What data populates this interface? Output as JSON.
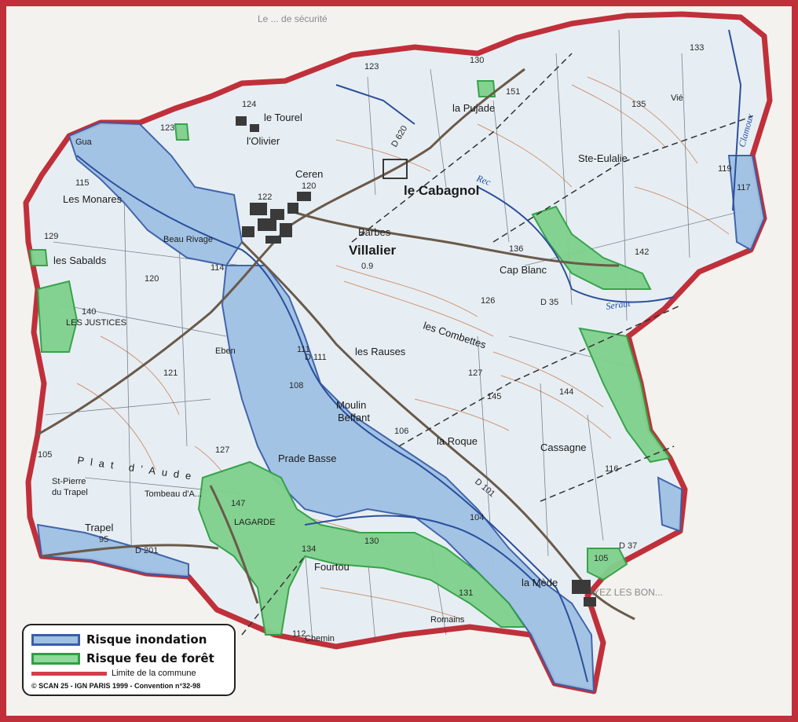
{
  "legend": {
    "flood_label": "Risque inondation",
    "fire_label": "Risque feu de forêt",
    "boundary_label": "Limite de la commune",
    "credit": "© SCAN 25 - IGN PARIS 1999 - Convention n°32-98"
  },
  "colors": {
    "boundary": "#c0303a",
    "flood_fill": "#9fc1e4",
    "flood_edge": "#3a5ea8",
    "fire_fill": "#8fd99a",
    "fire_edge": "#2ea043",
    "contour": "#c9825a",
    "road": "#6a5a4a"
  },
  "places": {
    "le_tourel": "le Tourel",
    "l_olivier": "l'Olivier",
    "la_pujade": "la Pujade",
    "ste_eulalie": "Ste-Eulalie",
    "ceren": "Ceren",
    "le_cabagnol": "le Cabagnol",
    "barbes": "Barbes",
    "villalier": "Villalier",
    "les_monares": "Les Monares",
    "les_sabalds": "les Sabalds",
    "beau_rivage": "Beau Rivage",
    "cap_blanc": "Cap Blanc",
    "les_combettes": "les Combettes",
    "les_rauses": "les Rauses",
    "les_justices": "LES JUSTICES",
    "eben": "Eben",
    "moulin": "Moulin",
    "beffant": "Beffant",
    "la_roque": "la Roque",
    "cassagne": "Cassagne",
    "prade_basse": "Prade Basse",
    "plat_d_aude": "Plat d'Aude",
    "st_pierre": "St-Pierre",
    "du_trapel": "du Trapel",
    "tombeau": "Tombeau d'A...",
    "trapel": "Trapel",
    "lagarde": "LAGARDE",
    "fourtou": "Fourtou",
    "la_mede": "la Mède",
    "les_romains": "Romains",
    "chemin": "Chemin",
    "vie": "Vié",
    "seraut": "Seraut",
    "clamoux": "Clamoux",
    "gua": "Gua",
    "rec": "Rec"
  },
  "altitudes": [
    "123",
    "130",
    "151",
    "133",
    "135",
    "119",
    "124",
    "123",
    "120",
    "115",
    "129",
    "120",
    "114",
    "140",
    "126",
    "136",
    "142",
    "127",
    "145",
    "144",
    "111",
    "108",
    "121",
    "106",
    "127",
    "116",
    "147",
    "130",
    "134",
    "104",
    "105",
    "131",
    "112",
    "95",
    "105",
    "122",
    "117",
    "0.9"
  ],
  "roads": {
    "d201": "D 201",
    "d620": "D 620",
    "d35": "D 35",
    "d101": "D 101",
    "d37": "D 37",
    "d111": "D 111"
  },
  "bg_text": {
    "top": "Le ... de sécurité",
    "bottom": "AYEZ LES BON..."
  }
}
